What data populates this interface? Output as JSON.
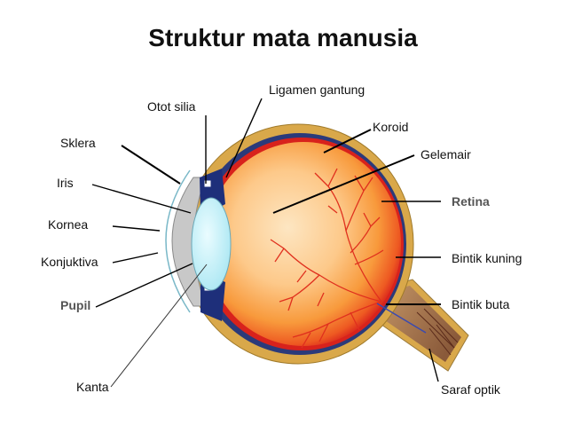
{
  "title": "Struktur mata manusia",
  "labels": {
    "sklera": "Sklera",
    "iris": "Iris",
    "kornea": "Kornea",
    "konjuktiva": "Konjuktiva",
    "pupil": "Pupil",
    "kanta": "Kanta",
    "otot_silia": "Otot silia",
    "ligamen_gantung": "Ligamen gantung",
    "koroid": "Koroid",
    "gelemair": "Gelemair",
    "retina": "Retina",
    "bintik_kuning": "Bintik kuning",
    "bintik_buta": "Bintik buta",
    "saraf_optik": "Saraf optik"
  },
  "colors": {
    "sclera": "#d9a84a",
    "choroid": "#2b3a7a",
    "retina_outer": "#e8322a",
    "vitreous_inner": "#fde0b4",
    "cornea": "#c8c8c8",
    "lens": "#cff4fb",
    "vessels": "#e0301e",
    "nerve": "#b58a5a"
  }
}
